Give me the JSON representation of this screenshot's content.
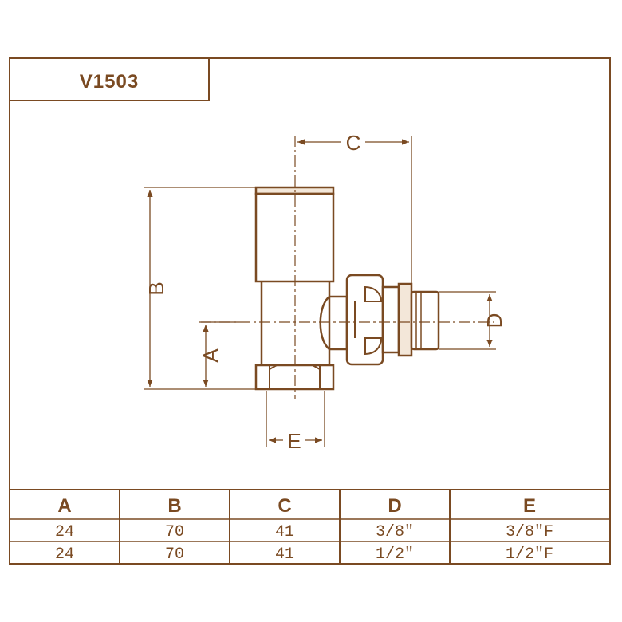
{
  "colors": {
    "ink": "#7a4a22",
    "background": "#ffffff"
  },
  "title": "V1503",
  "dimension_labels": {
    "a": "A",
    "b": "B",
    "c": "C",
    "d": "D",
    "e": "E"
  },
  "table": {
    "headers": [
      "A",
      "B",
      "C",
      "D",
      "E"
    ],
    "rows": [
      [
        "24",
        "70",
        "41",
        "3/8\"",
        "3/8\"F"
      ],
      [
        "24",
        "70",
        "41",
        "1/2\"",
        "1/2\"F"
      ]
    ]
  }
}
